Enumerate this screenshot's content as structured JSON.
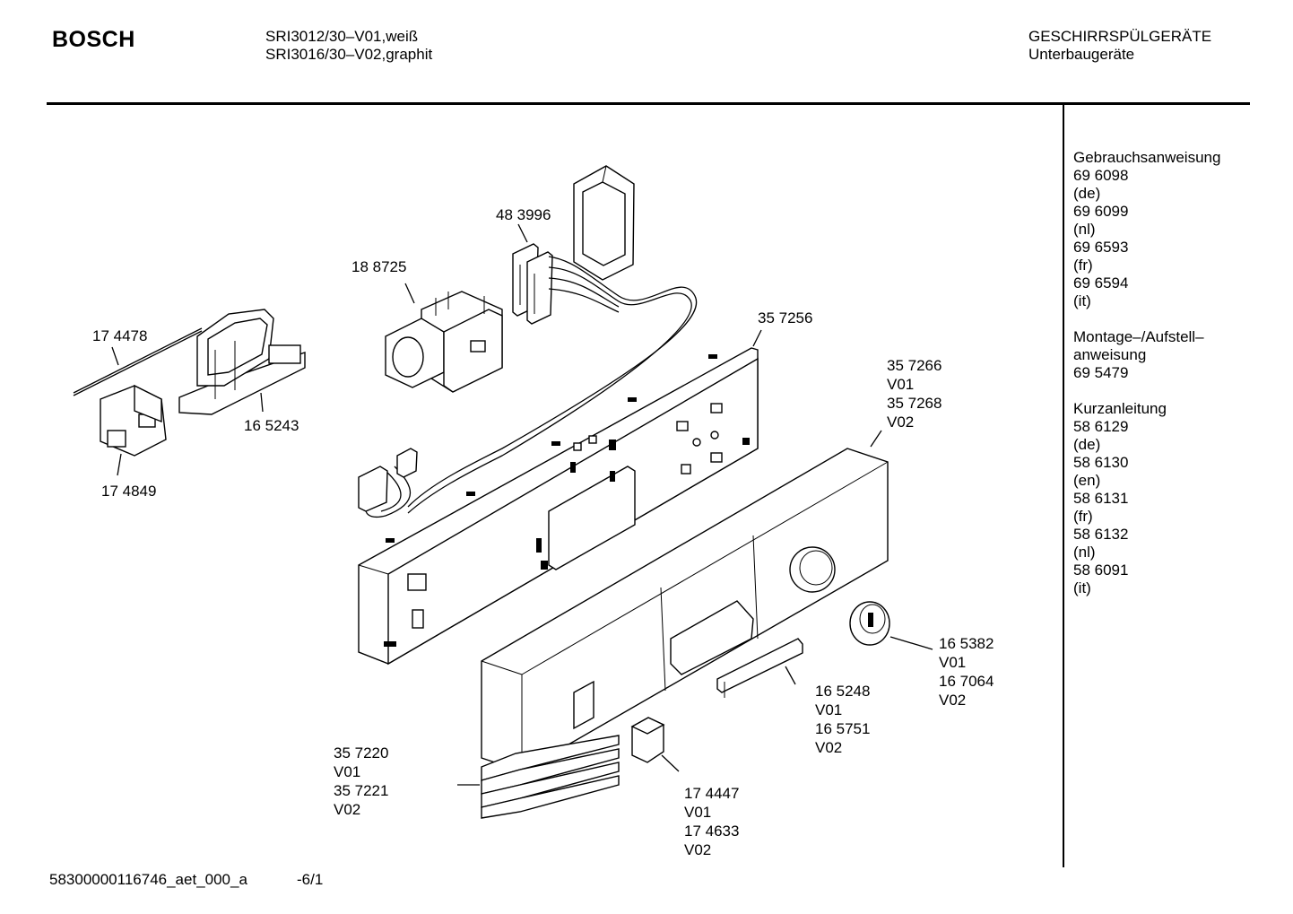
{
  "header": {
    "brand": "BOSCH",
    "model_line_1": "SRI3012/30–V01,weiß",
    "model_line_2": "SRI3016/30–V02,graphit",
    "category": "GESCHIRRSPÜLGERÄTE",
    "subcategory": "Unterbaugeräte"
  },
  "parts": [
    {
      "id": "p-483996",
      "lines": [
        "48 3996"
      ]
    },
    {
      "id": "p-188725",
      "lines": [
        "18 8725"
      ]
    },
    {
      "id": "p-174478",
      "lines": [
        "17 4478"
      ]
    },
    {
      "id": "p-357256",
      "lines": [
        "35 7256"
      ]
    },
    {
      "id": "p-165243",
      "lines": [
        "16 5243"
      ]
    },
    {
      "id": "p-174849",
      "lines": [
        "17 4849"
      ]
    },
    {
      "id": "p-357266",
      "lines": [
        "35 7266",
        "V01",
        "35 7268",
        "V02"
      ]
    },
    {
      "id": "p-165382",
      "lines": [
        "16 5382",
        "V01",
        "16 7064",
        "V02"
      ]
    },
    {
      "id": "p-165248",
      "lines": [
        "16 5248",
        "V01",
        "16 5751",
        "V02"
      ]
    },
    {
      "id": "p-357220",
      "lines": [
        "35 7220",
        "V01",
        "35 7221",
        "V02"
      ]
    },
    {
      "id": "p-174447",
      "lines": [
        "17 4447",
        "V01",
        "17 4633",
        "V02"
      ]
    }
  ],
  "documents": {
    "gebrauchsanweisung": [
      "Gebrauchsanweisung",
      "69 6098",
      "(de)",
      "69 6099",
      "(nl)",
      "69 6593",
      "(fr)",
      "69 6594",
      "(it)"
    ],
    "montage": [
      "Montage–/Aufstell–",
      "anweisung",
      "69 5479"
    ],
    "kurzanleitung": [
      "Kurzanleitung",
      "58 6129",
      "(de)",
      "58 6130",
      "(en)",
      "58 6131",
      "(fr)",
      "58 6132",
      "(nl)",
      "58 6091",
      "(it)"
    ]
  },
  "footer": {
    "document_id": "58300000116746_aet_000_a",
    "page": "-6/1"
  }
}
